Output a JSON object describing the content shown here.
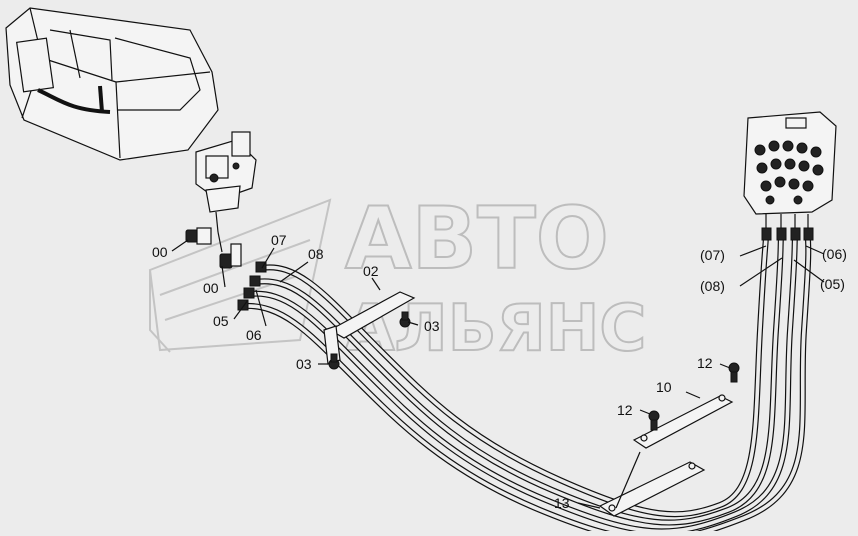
{
  "watermark": {
    "line1": "АВТО",
    "line2": "АЛЬЯНС"
  },
  "labels": {
    "l00a": "00",
    "l00b": "00",
    "l05": "05",
    "l06": "06",
    "l07": "07",
    "l08": "08",
    "l02": "02",
    "l03a": "03",
    "l03b": "03",
    "l10": "10",
    "l12a": "12",
    "l12b": "12",
    "l13": "13",
    "p07": "(07)",
    "p08": "(08)",
    "p06": "(06)",
    "p05": "(05)"
  }
}
